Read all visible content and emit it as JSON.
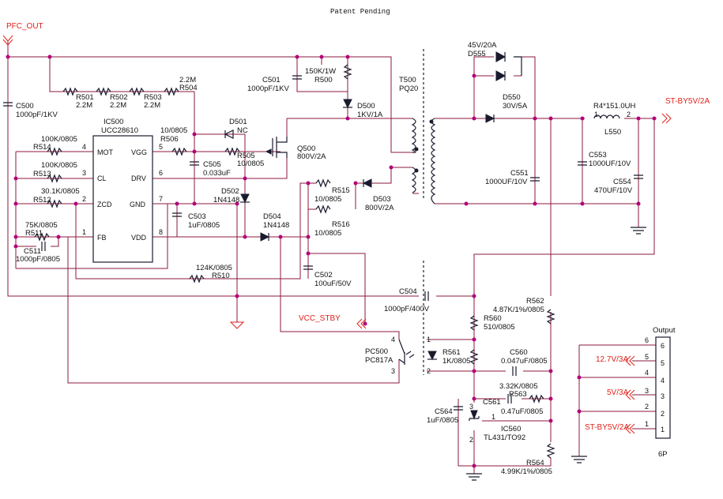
{
  "title": "Patent Pending",
  "nets": {
    "pfc_out": "PFC_OUT",
    "vcc_stby": "VCC_STBY",
    "stby_out": "ST-BY5V/2A",
    "out_127": "12.7V/3A",
    "out_5": "5V/3A",
    "out_stby": "ST-BY5V/2A"
  },
  "ic500": {
    "ref": "IC500",
    "part": "UCC28610",
    "pins_left": [
      {
        "name": "MOT",
        "num": "4"
      },
      {
        "name": "CL",
        "num": "3"
      },
      {
        "name": "ZCD",
        "num": "2"
      },
      {
        "name": "FB",
        "num": "1"
      }
    ],
    "pins_right": [
      {
        "name": "VGG",
        "num": "5"
      },
      {
        "name": "DRV",
        "num": "6"
      },
      {
        "name": "GND",
        "num": "7"
      },
      {
        "name": "VDD",
        "num": "8"
      }
    ]
  },
  "parts": {
    "c500_ref": "C500",
    "c500_val": "1000pF/1KV",
    "r514_val": "100K/0805",
    "r514_ref": "R514",
    "r513_val": "100K/0805",
    "r513_ref": "R513",
    "r512_val": "30.1K/0805",
    "r512_ref": "R512",
    "r511_val": "75K/0805",
    "r511_ref": "R511",
    "c511_ref": "C511",
    "c511_val": "1000pF/0805",
    "r501_ref": "R501",
    "r501_val": "2.2M",
    "r502_ref": "R502",
    "r502_val": "2.2M",
    "r503_ref": "R503",
    "r503_val": "2.2M",
    "r504_val": "2.2M",
    "r504_ref": "R504",
    "r506_val": "10/0805",
    "r506_ref": "R506",
    "d501_ref": "D501",
    "d501_val": "NC",
    "r505_ref": "R505",
    "r505_val": "10/0805",
    "c505_ref": "C505",
    "c505_val": "0.033uF",
    "q500_ref": "Q500",
    "q500_val": "800V/2A",
    "c501_ref": "C501",
    "c501_val": "1000pF/1KV",
    "r500_val": "150K/1W",
    "r500_ref": "R500",
    "d500_ref": "D500",
    "d500_val": "1KV/1A",
    "t500_ref": "T500",
    "t500_val": "PQ20",
    "d502_ref": "D502",
    "d502_val": "1N4148",
    "d504_ref": "D504",
    "d504_val": "1N4148",
    "c503_ref": "C503",
    "c503_val": "1uF/0805",
    "r510_val": "124K/0805",
    "r510_ref": "R510",
    "r515_ref": "R515",
    "r515_val": "10/0805",
    "r516_ref": "R516",
    "r516_val": "10/0805",
    "d503_ref": "D503",
    "d503_val": "800V/2A",
    "c502_ref": "C502",
    "c502_val": "100uF/50V",
    "c504_ref": "C504",
    "c504_val": "1000pF/400V",
    "pc500_ref": "PC500",
    "pc500_val": "PC817A",
    "d555_val": "45V/20A",
    "d555_ref": "D555",
    "d550_ref": "D550",
    "d550_val": "30V/5A",
    "l550_val": "R4*151.0UH",
    "l550_ref": "L550",
    "c551_ref": "C551",
    "c551_val": "1000UF/10V",
    "c553_ref": "C553",
    "c553_val": "1000UF/10V",
    "c554_ref": "C554",
    "c554_val": "470UF/10V",
    "r562_ref": "R562",
    "r562_val": "4.87K/1%/0805",
    "r560_ref": "R560",
    "r560_val": "510/0805",
    "r561_ref": "R561",
    "r561_val": "1K/0805",
    "c560_ref": "C560",
    "c560_val": "0.047uF/0805",
    "r563_val": "3.32K/0805",
    "r563_ref": "R563",
    "c561_ref": "C561",
    "c561_val": "0.47uF/0805",
    "c564_ref": "C564",
    "c564_val": "1uF/0805",
    "ic560_ref": "IC560",
    "ic560_val": "TL431/TO92",
    "r564_ref": "R564",
    "r564_val": "4.99K/1%/0805"
  },
  "connector": {
    "title": "Output",
    "ref": "6P",
    "pins": [
      "6",
      "5",
      "4",
      "3",
      "2",
      "1"
    ]
  },
  "pin_labels": {
    "l550_1": "1",
    "l550_2": "2",
    "pc_4": "4",
    "pc_1": "1",
    "pc_2": "2",
    "pc_3": "3",
    "ic560_3": "3",
    "ic560_1": "1",
    "ic560_2": "2"
  },
  "colors": {
    "wire": "#8c1a3c",
    "net": "#e0221b",
    "junction": "#b5007a",
    "symbol": "#1a1a2e"
  }
}
